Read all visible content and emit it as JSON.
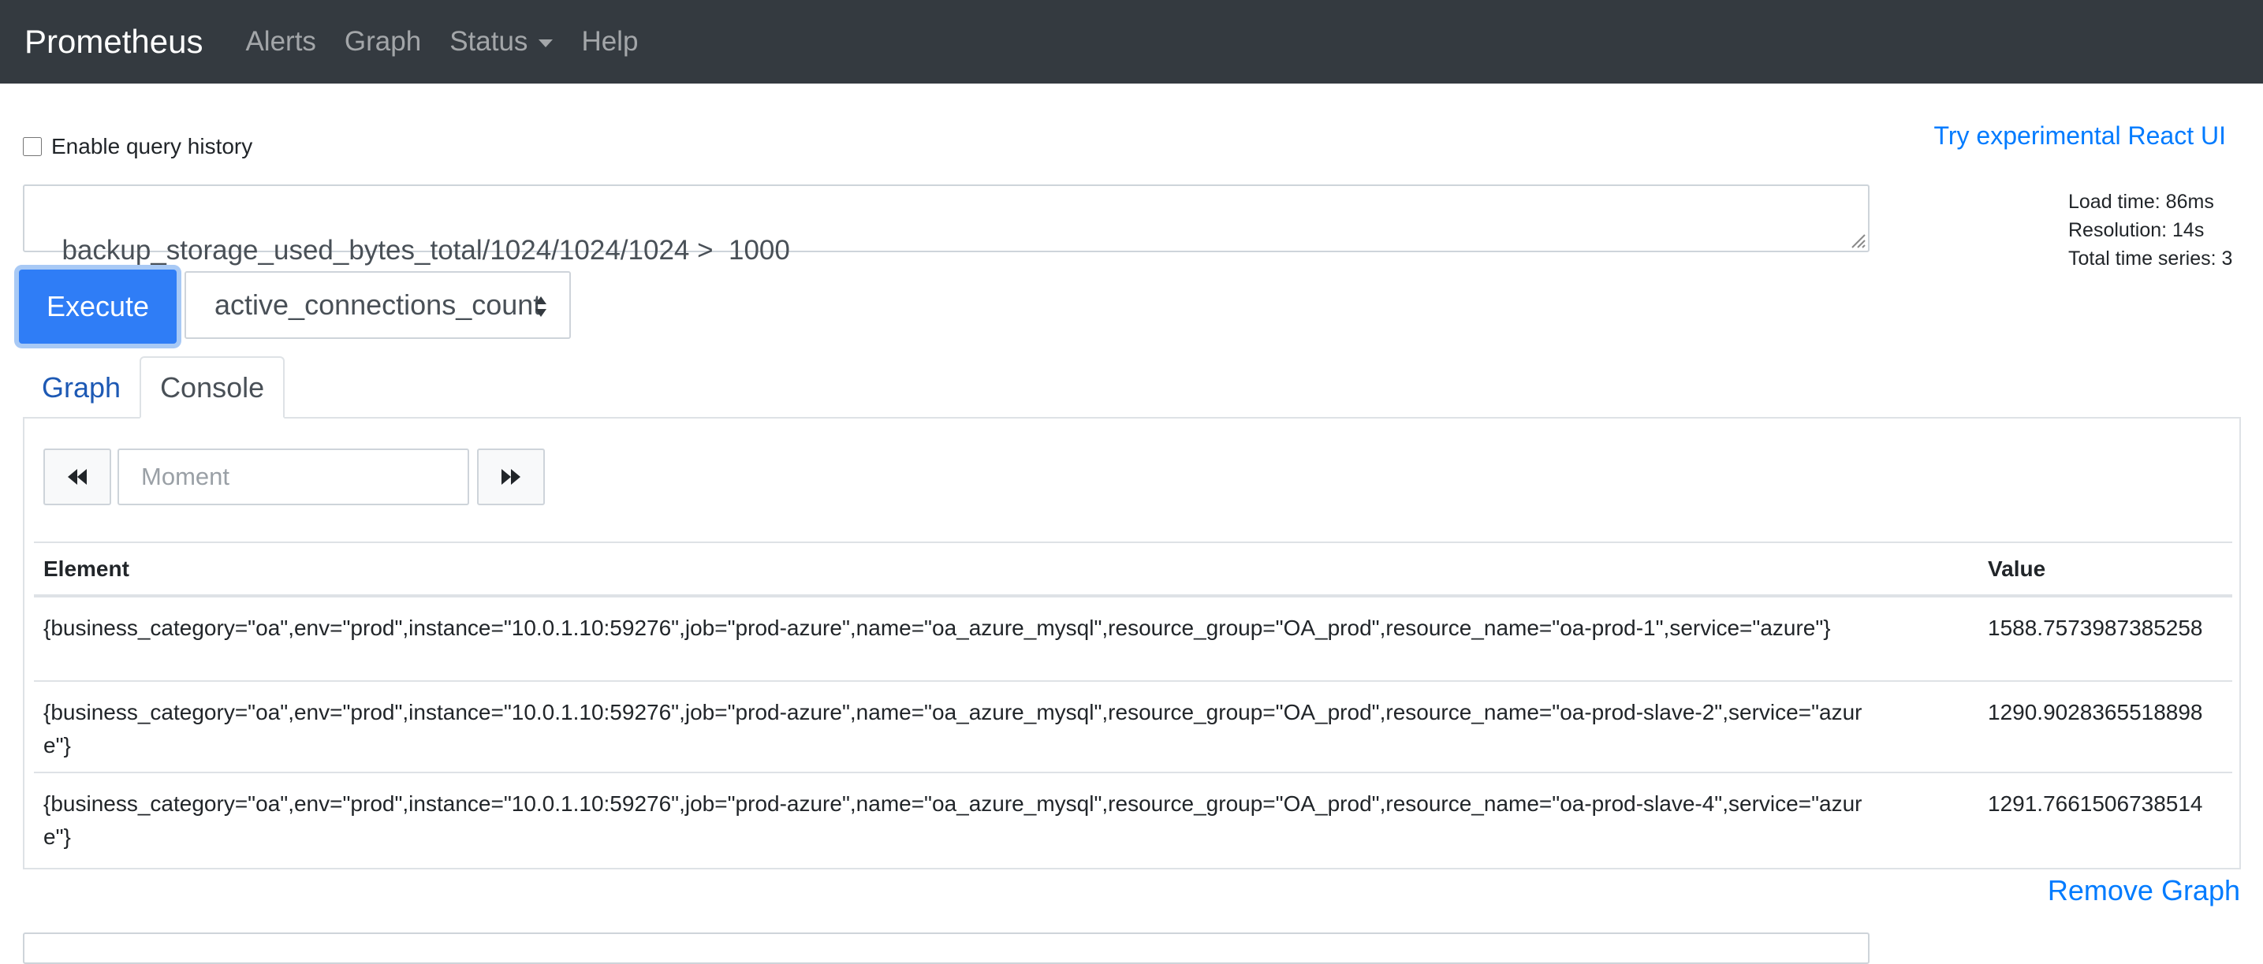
{
  "navbar": {
    "brand": "Prometheus",
    "items": [
      {
        "label": "Alerts"
      },
      {
        "label": "Graph"
      },
      {
        "label": "Status"
      },
      {
        "label": "Help"
      }
    ]
  },
  "history": {
    "label": "Enable query history",
    "checked": false
  },
  "react_link": "Try experimental React UI",
  "expression": "backup_storage_used_bytes_total/1024/1024/1024 >  1000",
  "stats": {
    "load_time": "Load time: 86ms",
    "resolution": "Resolution: 14s",
    "total_series": "Total time series: 3"
  },
  "execute_label": "Execute",
  "metric_select_value": "active_connections_count",
  "tabs": [
    {
      "label": "Graph",
      "active": false
    },
    {
      "label": "Console",
      "active": true
    }
  ],
  "moment_placeholder": "Moment",
  "table": {
    "headers": {
      "element": "Element",
      "value": "Value"
    },
    "rows": [
      {
        "element": "{business_category=\"oa\",env=\"prod\",instance=\"10.0.1.10:59276\",job=\"prod-azure\",name=\"oa_azure_mysql\",resource_group=\"OA_prod\",resource_name=\"oa-prod-1\",service=\"azure\"}",
        "value": "1588.7573987385258"
      },
      {
        "element": "{business_category=\"oa\",env=\"prod\",instance=\"10.0.1.10:59276\",job=\"prod-azure\",name=\"oa_azure_mysql\",resource_group=\"OA_prod\",resource_name=\"oa-prod-slave-2\",service=\"azure\"}",
        "value": "1290.9028365518898"
      },
      {
        "element": "{business_category=\"oa\",env=\"prod\",instance=\"10.0.1.10:59276\",job=\"prod-azure\",name=\"oa_azure_mysql\",resource_group=\"OA_prod\",resource_name=\"oa-prod-slave-4\",service=\"azure\"}",
        "value": "1291.7661506738514"
      }
    ]
  },
  "remove_graph": "Remove Graph",
  "colors": {
    "navbar_bg": "#343a40",
    "primary": "#2f7df6",
    "link": "#007bff"
  }
}
